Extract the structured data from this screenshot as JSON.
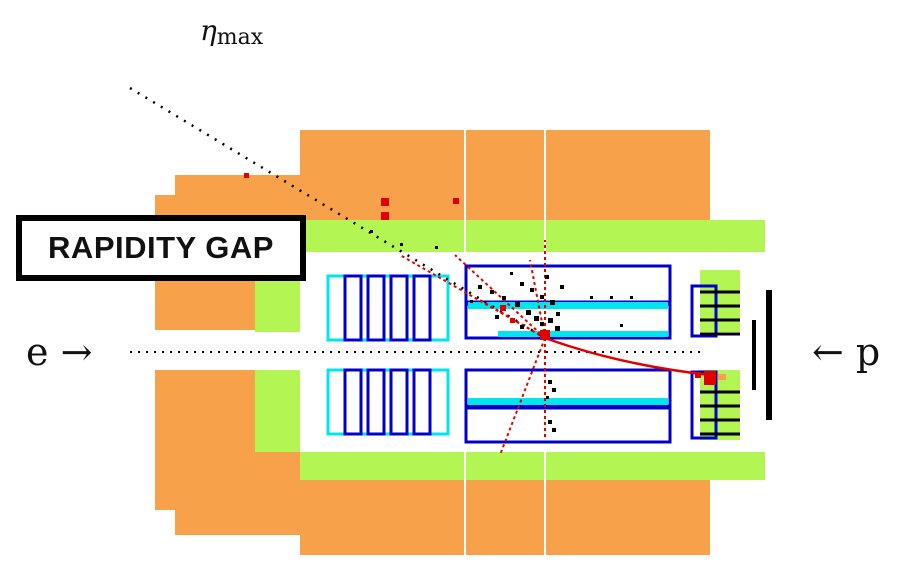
{
  "labels": {
    "eta_symbol": "η",
    "eta_subscript": "max",
    "rapidity_gap": "RAPIDITY GAP",
    "electron_beam": "e →",
    "proton_beam": "← p"
  },
  "colors": {
    "calorimeter_outer": "#f7a24a",
    "calorimeter_inner": "#b3f552",
    "tracker_outline": "#0000c8",
    "tracker_fill": "#00e5ee",
    "tracks": "#e00000",
    "hits": "#000000",
    "beamline": "#000000"
  }
}
